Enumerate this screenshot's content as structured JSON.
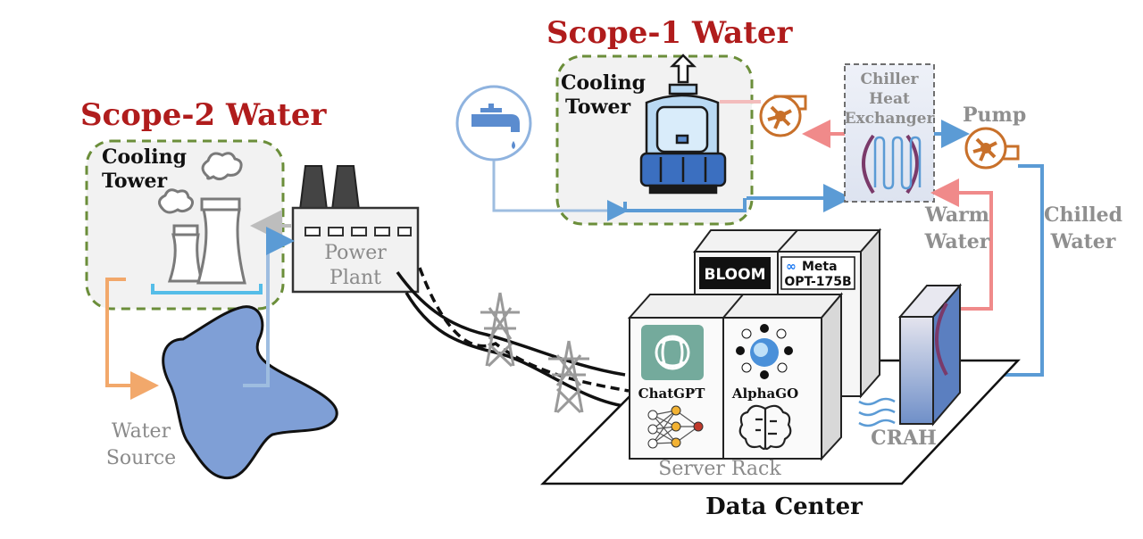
{
  "scope1": {
    "title": "Scope-1 Water",
    "cooling_tower_line1": "Cooling",
    "cooling_tower_line2": "Tower"
  },
  "scope2": {
    "title": "Scope-2 Water",
    "cooling_tower_line1": "Cooling",
    "cooling_tower_line2": "Tower"
  },
  "power_plant": {
    "line1": "Power",
    "line2": "Plant"
  },
  "water_source": {
    "line1": "Water",
    "line2": "Source"
  },
  "chiller": {
    "line1": "Chiller",
    "line2": "Heat",
    "line3": "Exchanger"
  },
  "pump": {
    "label": "Pump"
  },
  "warm_water": {
    "line1": "Warm",
    "line2": "Water"
  },
  "chilled_water": {
    "line1": "Chilled",
    "line2": "Water"
  },
  "crah": {
    "label": "CRAH"
  },
  "server_rack": {
    "label": "Server Rack"
  },
  "data_center": {
    "label": "Data Center"
  },
  "logos": {
    "bloom": "BLOOM",
    "meta_name": "Meta",
    "meta_model": "OPT-175B",
    "chatgpt": "ChatGPT",
    "alphago": "AlphaGO"
  },
  "colors": {
    "scope_title": "#b01c1c",
    "dashed_box": "#6b8e3a",
    "warm_pipe": "#f08a8a",
    "cold_pipe": "#5b9bd5",
    "orange_pipe": "#f2a86b",
    "pump": "#c8702a",
    "water_body": "#7f9fd6"
  }
}
